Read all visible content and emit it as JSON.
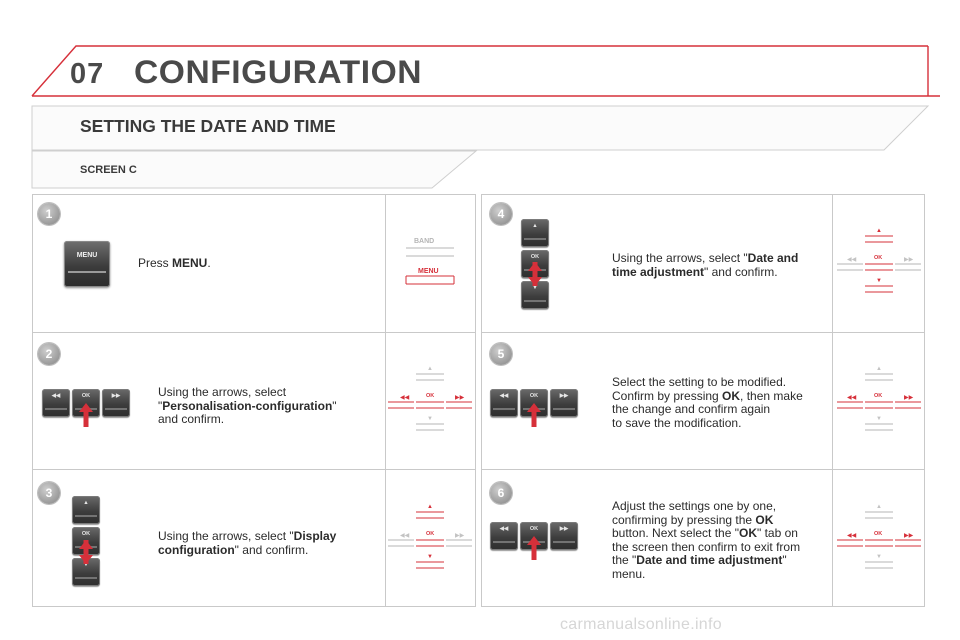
{
  "header": {
    "chapter_number": "07",
    "chapter_title": "CONFIGURATION",
    "section_title": "SETTING THE DATE AND TIME",
    "subsection_title": "SCREEN C"
  },
  "steps": [
    {
      "number": "1",
      "parts": [
        {
          "text": "Press ",
          "bold": false
        },
        {
          "text": "MENU",
          "bold": true
        },
        {
          "text": ".",
          "bold": false
        }
      ]
    },
    {
      "number": "2",
      "parts": [
        {
          "text": "Using the arrows, select\n\"",
          "bold": false
        },
        {
          "text": "Personalisation-configuration",
          "bold": true
        },
        {
          "text": "\"\nand confirm.",
          "bold": false
        }
      ]
    },
    {
      "number": "3",
      "parts": [
        {
          "text": "Using the arrows, select \"",
          "bold": false
        },
        {
          "text": "Display\nconfiguration",
          "bold": true
        },
        {
          "text": "\" and confirm.",
          "bold": false
        }
      ]
    },
    {
      "number": "4",
      "parts": [
        {
          "text": "Using the arrows, select \"",
          "bold": false
        },
        {
          "text": "Date and\ntime adjustment",
          "bold": true
        },
        {
          "text": "\" and confirm.",
          "bold": false
        }
      ]
    },
    {
      "number": "5",
      "parts": [
        {
          "text": "Select the setting to be modified.\nConfirm by pressing ",
          "bold": false
        },
        {
          "text": "OK",
          "bold": true
        },
        {
          "text": ", then make\nthe change and confirm again\nto save the modification.",
          "bold": false
        }
      ]
    },
    {
      "number": "6",
      "parts": [
        {
          "text": "Adjust the settings one by one,\nconfirming by pressing the ",
          "bold": false
        },
        {
          "text": "OK",
          "bold": true
        },
        {
          "text": "\nbutton. Next select the \"",
          "bold": false
        },
        {
          "text": "OK",
          "bold": true
        },
        {
          "text": "\" tab on\nthe screen then confirm to exit from\nthe \"",
          "bold": false
        },
        {
          "text": "Date and time adjustment",
          "bold": true
        },
        {
          "text": "\"\nmenu.",
          "bold": false
        }
      ]
    }
  ],
  "controls": {
    "menu_key_label": "MENU",
    "ok_key_label": "OK",
    "band_label": "BAND",
    "menu_label": "MENU",
    "ok_label": "OK"
  },
  "watermark": "carmanualsonline.info",
  "colors": {
    "accent_red": "#d6303a",
    "frame_grey": "#c9c9c9",
    "text_dark": "#2b2b2b"
  }
}
